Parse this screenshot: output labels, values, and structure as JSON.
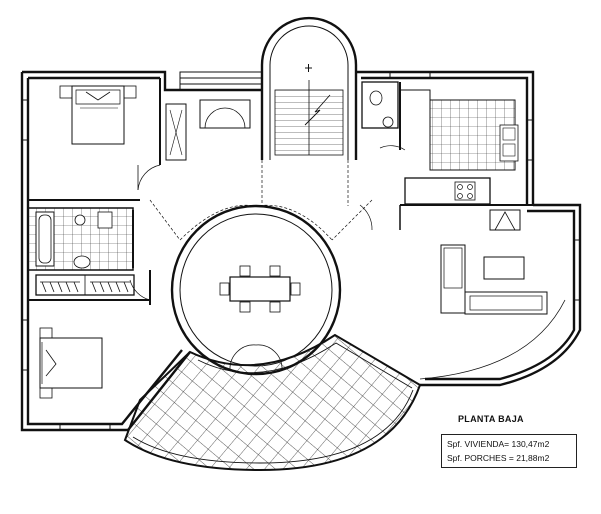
{
  "plan": {
    "title": "PLANTA BAJA",
    "areas": [
      {
        "label": "Spf. VIVIENDA=",
        "value": "130,47m2"
      },
      {
        "label": "Spf. PORCHES =",
        "value": "21,88m2"
      }
    ]
  }
}
